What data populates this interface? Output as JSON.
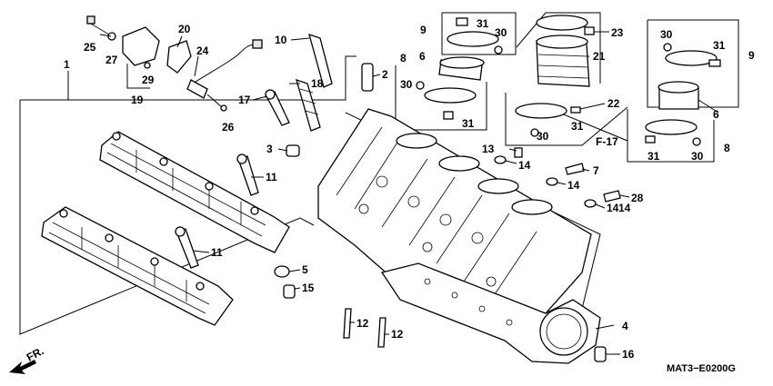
{
  "diagram": {
    "code": "MAT3−E0200G",
    "direction_front": "FR.",
    "ref_f17": "F-17",
    "callouts": [
      "1",
      "2",
      "3",
      "4",
      "5",
      "6",
      "6",
      "7",
      "8",
      "8",
      "9",
      "9",
      "10",
      "11",
      "11",
      "12",
      "12",
      "13",
      "14",
      "14",
      "14",
      "14",
      "15",
      "16",
      "17",
      "18",
      "19",
      "20",
      "21",
      "22",
      "23",
      "24",
      "25",
      "26",
      "27",
      "28",
      "29",
      "30",
      "30",
      "30",
      "30",
      "31",
      "31",
      "31",
      "31"
    ]
  }
}
